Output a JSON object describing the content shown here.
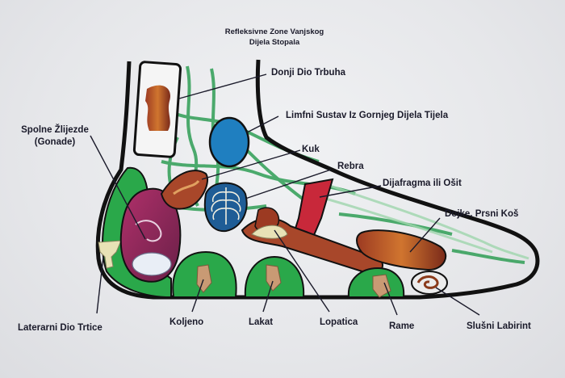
{
  "title": {
    "line1": "Refleksivne Zone Vanjskog",
    "line2": "Dijela Stopala"
  },
  "labels": {
    "donji_dio_trbuha": "Donji Dio Trbuha",
    "limfni_sustav": "Limfni Sustav Iz Gornjeg Dijela Tijela",
    "spolne_zlijezde_1": "Spolne Žlijezde",
    "spolne_zlijezde_2": "(Gonade)",
    "kuk": "Kuk",
    "rebra": "Rebra",
    "dijafragma": "Dijafragma ili Ošit",
    "dojke": "Dojke, Prsni Koš",
    "laterarni_dio_trtice": "Laterarni Dio Trtice",
    "koljeno": "Koljeno",
    "lakat": "Lakat",
    "lopatica": "Lopatica",
    "rame": "Rame",
    "slusni_labirint": "Slušni Labirint"
  },
  "colors": {
    "outline": "#111111",
    "lymph_green": "#2f9e55",
    "zone_green": "#2aa84a",
    "zone_blue": "#1f7fc0",
    "zone_red": "#c8283a",
    "zone_purple": "#8a2a5a",
    "zone_brown": "#a8472a",
    "ink": "#1a1a2a"
  }
}
